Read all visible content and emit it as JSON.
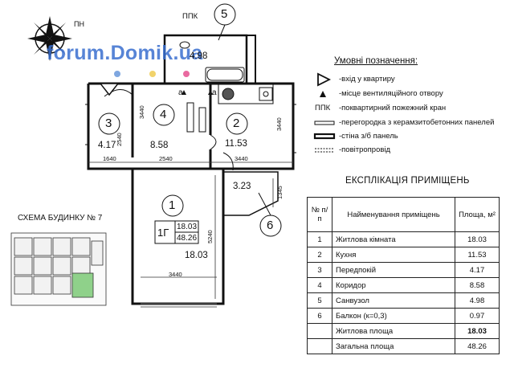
{
  "compass": {
    "label": "ПН"
  },
  "watermark": "forum.Domik.ua",
  "ppk_label": "ППК",
  "rooms": [
    {
      "num": "1",
      "area": "18.03"
    },
    {
      "num": "2",
      "area": "11.53"
    },
    {
      "num": "3",
      "area": "4.17"
    },
    {
      "num": "4",
      "area": "8.58"
    },
    {
      "num": "5",
      "area": "4.98"
    },
    {
      "num": "6",
      "area": "3.23"
    }
  ],
  "apartment_box": {
    "type": "1Г",
    "area_living": "18.03",
    "area_total": "48.26"
  },
  "room1_area_below": "18.03",
  "door_marks": [
    "a",
    "a"
  ],
  "dims": {
    "d3440_left": "3440",
    "d2540_left": "2540",
    "d1640": "1640",
    "d2540_bottom": "2540",
    "d3440_mid": "3440",
    "d3440_right": "3440",
    "d1345": "1345",
    "d5240": "5240",
    "d3440_bottom": "3440"
  },
  "legend": {
    "title": "Умовні позначення:",
    "items": [
      {
        "sym": "entry-triangle",
        "text": "-вхід у квартиру"
      },
      {
        "sym": "vent-triangle",
        "text": "-місце вентиляційного отвору"
      },
      {
        "sym": "ППК",
        "text": "-поквартирний пожежний кран"
      },
      {
        "sym": "partition",
        "text": "-перегородка з керамзитобетонних панелей"
      },
      {
        "sym": "wall",
        "text": "-стіна з/б панель"
      },
      {
        "sym": "airduct",
        "text": "-повітропровід"
      }
    ]
  },
  "explication": {
    "title": "ЕКСПЛІКАЦІЯ ПРИМІЩЕНЬ",
    "headers": {
      "num": "№ п/п",
      "name": "Найменування приміщень",
      "area": "Площа, м²"
    },
    "rows": [
      {
        "num": "1",
        "name": "Житлова кімната",
        "area": "18.03"
      },
      {
        "num": "2",
        "name": "Кухня",
        "area": "11.53"
      },
      {
        "num": "3",
        "name": "Передпокій",
        "area": "4.17"
      },
      {
        "num": "4",
        "name": "Коридор",
        "area": "8.58"
      },
      {
        "num": "5",
        "name": "Санвузол",
        "area": "4.98"
      },
      {
        "num": "6",
        "name": "Балкон (к=0,3)",
        "area": "0.97"
      }
    ],
    "living": {
      "name": "Житлова площа",
      "area": "18.03"
    },
    "total": {
      "name": "Загальна площа",
      "area": "48.26"
    }
  },
  "scheme": {
    "title": "СХЕМА БУДИНКУ № 7"
  },
  "colors": {
    "watermark": "#3a6fd0",
    "highlight": "#8fd18a",
    "dot_pink": "#e96aa0",
    "dot_yellow": "#f1d36b",
    "dot_blue": "#7fa7e0"
  }
}
